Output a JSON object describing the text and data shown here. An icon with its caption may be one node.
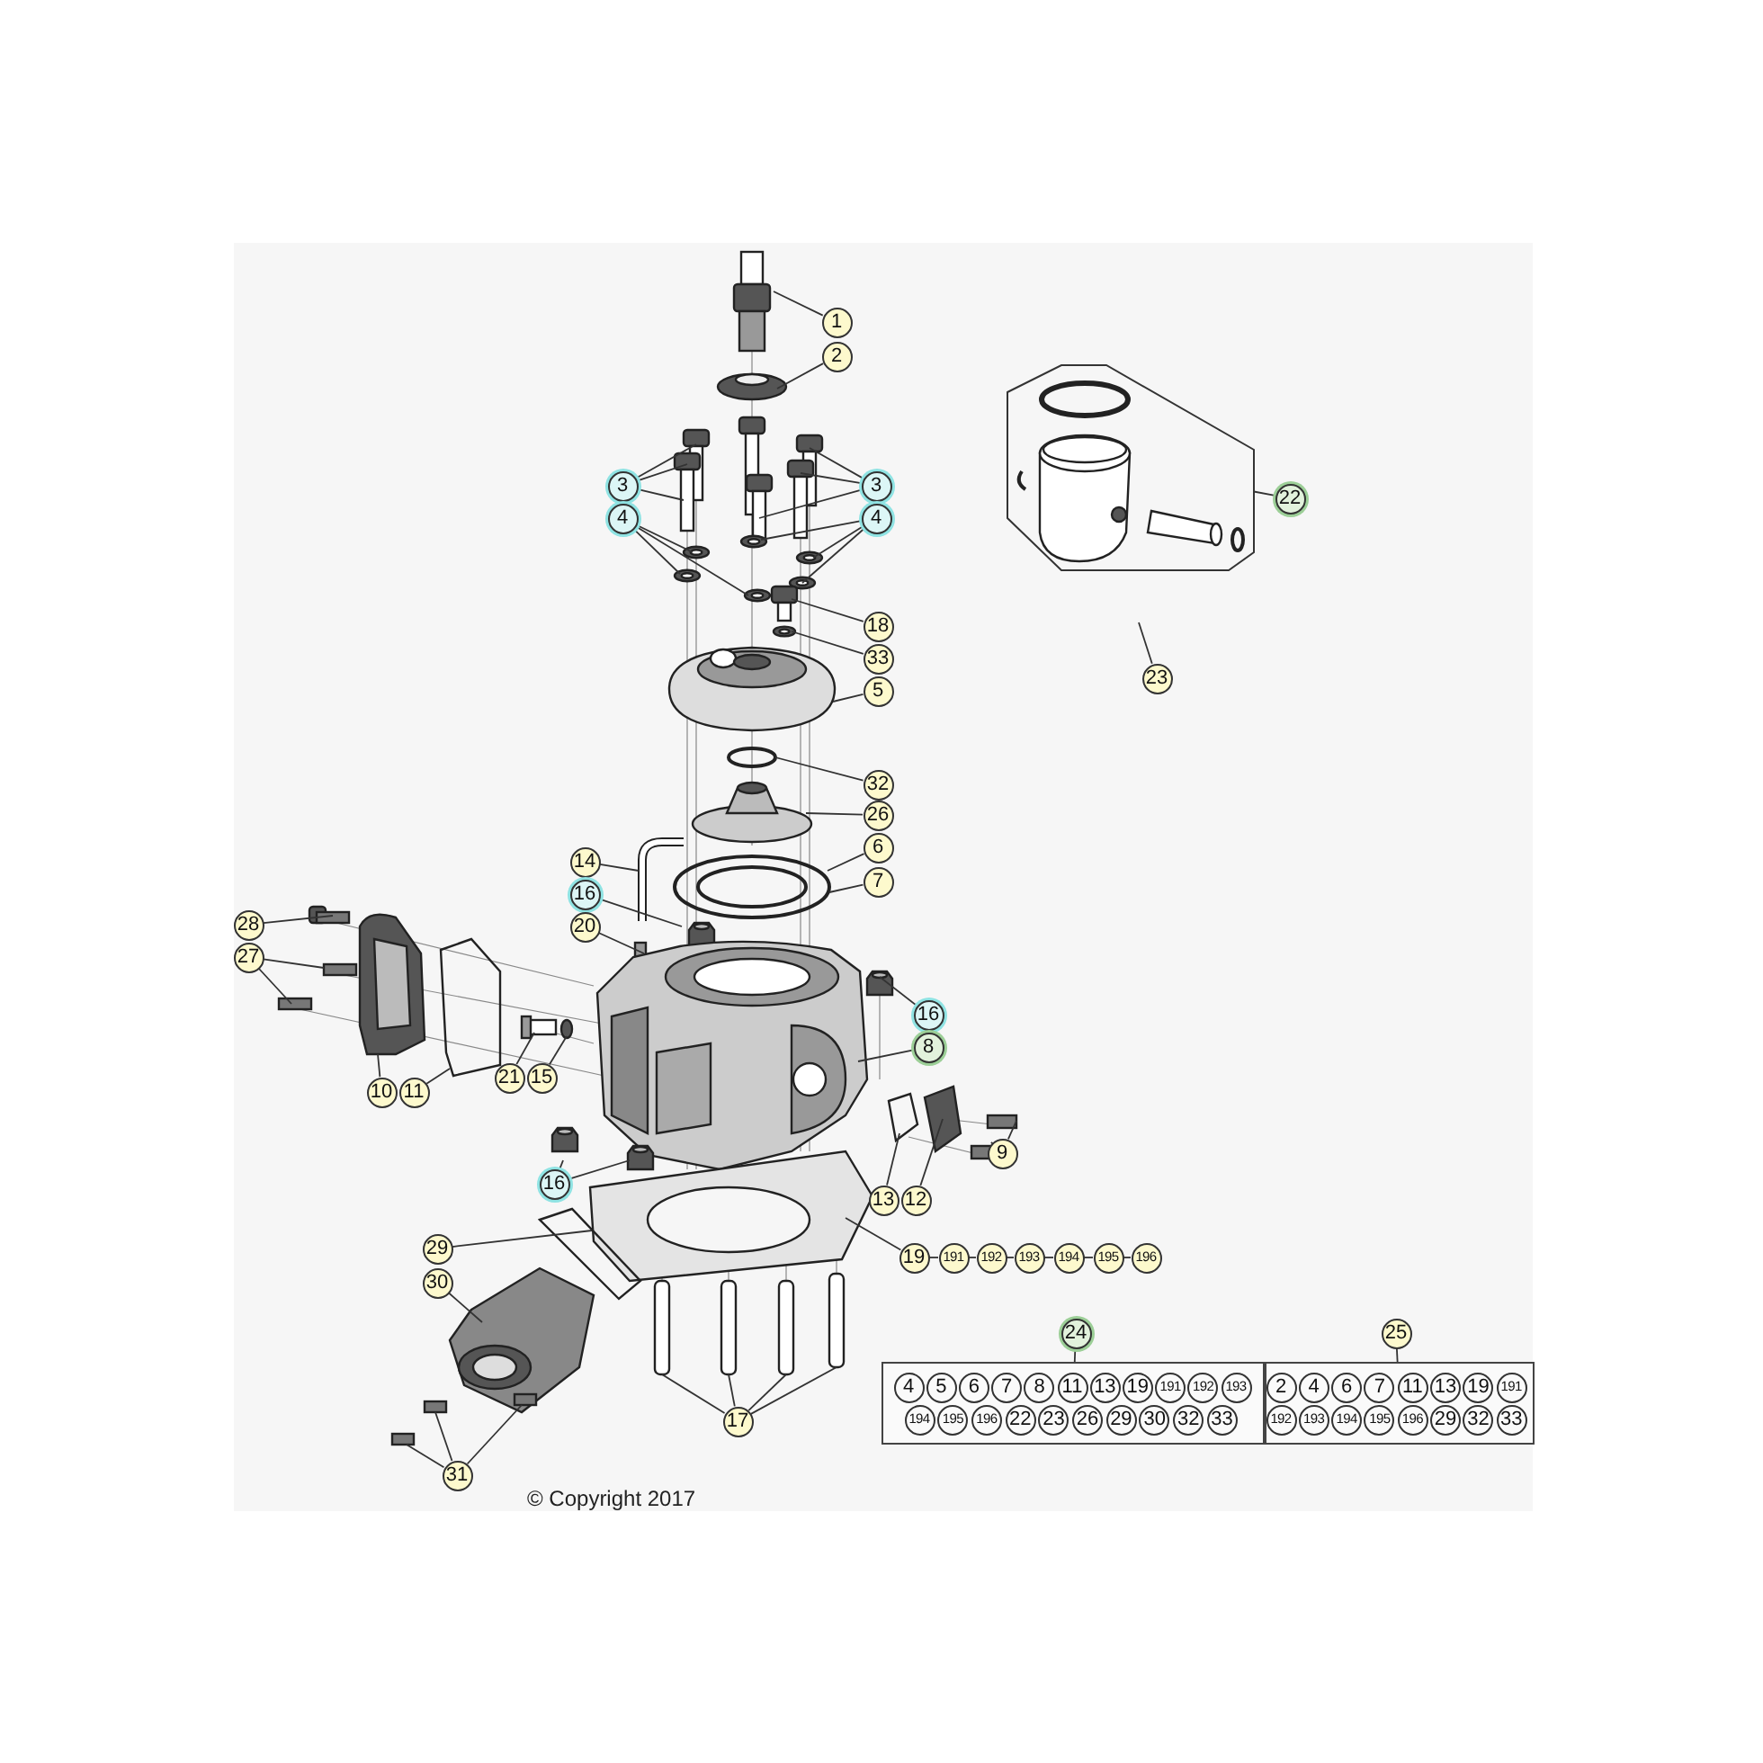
{
  "diagram": {
    "nodes": [
      {
        "text": [
          "1"
        ]
      },
      {
        "text": [
          "2"
        ]
      },
      {
        "text": [
          "3"
        ]
      },
      {
        "text": [
          "3"
        ]
      },
      {
        "text": [
          "4"
        ]
      },
      {
        "text": [
          "4"
        ]
      },
      {
        "text": [
          "22"
        ]
      },
      {
        "text": [
          "18"
        ]
      },
      {
        "text": [
          "33"
        ]
      },
      {
        "text": [
          "23"
        ]
      },
      {
        "text": [
          "5"
        ]
      },
      {
        "text": [
          "32"
        ]
      },
      {
        "text": [
          "26"
        ]
      },
      {
        "text": [
          "6"
        ]
      },
      {
        "text": [
          "14"
        ]
      },
      {
        "text": [
          "7"
        ]
      },
      {
        "text": [
          "16"
        ]
      },
      {
        "text": [
          "28"
        ]
      },
      {
        "text": [
          "20"
        ]
      },
      {
        "text": [
          "27"
        ]
      },
      {
        "text": [
          "16"
        ]
      },
      {
        "text": [
          "8"
        ]
      },
      {
        "text": [
          "21"
        ]
      },
      {
        "text": [
          "15"
        ]
      },
      {
        "text": [
          "10"
        ]
      },
      {
        "text": [
          "11"
        ]
      },
      {
        "text": [
          "9"
        ]
      },
      {
        "text": [
          "16"
        ]
      },
      {
        "text": [
          "13"
        ]
      },
      {
        "text": [
          "12"
        ]
      },
      {
        "text": [
          "29"
        ]
      },
      {
        "text": [
          "19"
        ]
      },
      {
        "text": [
          "191"
        ]
      },
      {
        "text": [
          "192"
        ]
      },
      {
        "text": [
          "193"
        ]
      },
      {
        "text": [
          "194"
        ]
      },
      {
        "text": [
          "195"
        ]
      },
      {
        "text": [
          "196"
        ]
      },
      {
        "text": [
          "30"
        ]
      },
      {
        "text": [
          "24"
        ]
      },
      {
        "text": [
          "25"
        ]
      },
      {
        "text": [
          "17"
        ]
      },
      {
        "text": [
          "31"
        ]
      },
      {
        "text": [],
        "shape": "box"
      },
      {
        "text": [],
        "shape": "box"
      },
      {
        "text": [],
        "shape": "picture"
      }
    ],
    "edges": [
      {
        "from": 0,
        "to": null,
        "arrow": "none"
      },
      {
        "from": 1,
        "to": null,
        "arrow": "none"
      },
      {
        "from": 2,
        "to": null,
        "arrow": "none"
      },
      {
        "from": 2,
        "to": null,
        "arrow": "none"
      },
      {
        "from": 2,
        "to": null,
        "arrow": "none"
      },
      {
        "from": 3,
        "to": null,
        "arrow": "none"
      },
      {
        "from": 3,
        "to": null,
        "arrow": "none"
      },
      {
        "from": 3,
        "to": null,
        "arrow": "none"
      },
      {
        "from": 4,
        "to": null,
        "arrow": "none"
      },
      {
        "from": 4,
        "to": null,
        "arrow": "none"
      },
      {
        "from": 4,
        "to": null,
        "arrow": "none"
      },
      {
        "from": 5,
        "to": null,
        "arrow": "none"
      },
      {
        "from": 5,
        "to": null,
        "arrow": "none"
      },
      {
        "from": 5,
        "to": null,
        "arrow": "none"
      },
      {
        "from": 6,
        "to": 45,
        "arrow": "none"
      },
      {
        "from": 7,
        "to": null,
        "arrow": "none"
      },
      {
        "from": 8,
        "to": null,
        "arrow": "none"
      },
      {
        "from": 9,
        "to": null,
        "arrow": "none"
      },
      {
        "from": 10,
        "to": null,
        "arrow": "none"
      },
      {
        "from": 11,
        "to": null,
        "arrow": "none"
      },
      {
        "from": 12,
        "to": null,
        "arrow": "none"
      },
      {
        "from": 13,
        "to": null,
        "arrow": "none"
      },
      {
        "from": 14,
        "to": null,
        "arrow": "none"
      },
      {
        "from": 15,
        "to": null,
        "arrow": "none"
      },
      {
        "from": 16,
        "to": null,
        "arrow": "none"
      },
      {
        "from": 17,
        "to": null,
        "arrow": "none"
      },
      {
        "from": 18,
        "to": null,
        "arrow": "none"
      },
      {
        "from": 19,
        "to": null,
        "arrow": "none"
      },
      {
        "from": 19,
        "to": null,
        "arrow": "none"
      },
      {
        "from": 20,
        "to": null,
        "arrow": "none"
      },
      {
        "from": 21,
        "to": null,
        "arrow": "none"
      },
      {
        "from": 22,
        "to": null,
        "arrow": "none"
      },
      {
        "from": 23,
        "to": null,
        "arrow": "none"
      },
      {
        "from": 24,
        "to": null,
        "arrow": "none"
      },
      {
        "from": 25,
        "to": null,
        "arrow": "none"
      },
      {
        "from": 26,
        "to": null,
        "arrow": "none"
      },
      {
        "from": 26,
        "to": null,
        "arrow": "none"
      },
      {
        "from": 27,
        "to": null,
        "arrow": "none"
      },
      {
        "from": 27,
        "to": null,
        "arrow": "none"
      },
      {
        "from": 28,
        "to": null,
        "arrow": "none"
      },
      {
        "from": 29,
        "to": null,
        "arrow": "none"
      },
      {
        "from": 30,
        "to": null,
        "arrow": "none"
      },
      {
        "from": 31,
        "to": null,
        "arrow": "none"
      },
      {
        "from": 31,
        "to": 32,
        "arrow": "none"
      },
      {
        "from": 32,
        "to": 33,
        "arrow": "none"
      },
      {
        "from": 33,
        "to": 34,
        "arrow": "none"
      },
      {
        "from": 34,
        "to": 35,
        "arrow": "none"
      },
      {
        "from": 35,
        "to": 36,
        "arrow": "none"
      },
      {
        "from": 36,
        "to": 37,
        "arrow": "none"
      },
      {
        "from": 38,
        "to": null,
        "arrow": "none"
      },
      {
        "from": 39,
        "to": 43,
        "arrow": "none"
      },
      {
        "from": 40,
        "to": 44,
        "arrow": "none"
      },
      {
        "from": 41,
        "to": null,
        "arrow": "none"
      },
      {
        "from": 41,
        "to": null,
        "arrow": "none"
      },
      {
        "from": 41,
        "to": null,
        "arrow": "none"
      },
      {
        "from": 41,
        "to": null,
        "arrow": "none"
      },
      {
        "from": 42,
        "to": null,
        "arrow": "none"
      },
      {
        "from": 42,
        "to": null,
        "arrow": "none"
      },
      {
        "from": 42,
        "to": null,
        "arrow": "none"
      }
    ],
    "labels": [
      "4",
      "5",
      "6",
      "7",
      "8",
      "11",
      "13",
      "19",
      "191",
      "192",
      "193",
      "194",
      "195",
      "196",
      "22",
      "23",
      "26",
      "29",
      "30",
      "32",
      "33",
      "2",
      "4",
      "6",
      "7",
      "11",
      "13",
      "19",
      "191",
      "192",
      "193",
      "194",
      "195",
      "196",
      "29",
      "32",
      "33",
      "© Copyright 2017"
    ]
  }
}
